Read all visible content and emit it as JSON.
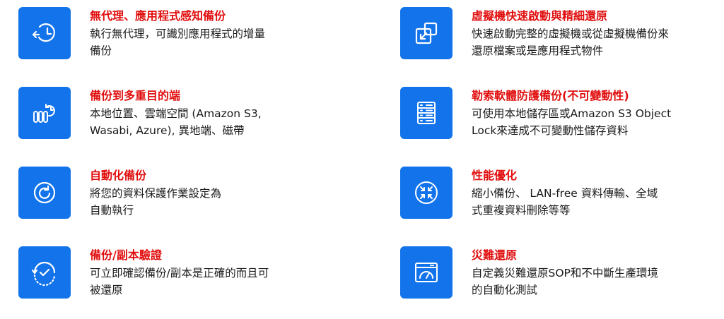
{
  "colors": {
    "icon_bg": "#1273ea",
    "title": "#e10e0e",
    "text": "#1a1a1a"
  },
  "features": [
    {
      "icon": "agentless-backup-clock-icon",
      "title": "無代理、應用程式感知備份",
      "lines": [
        "執行無代理，可識別應用程式的增量",
        "備份"
      ]
    },
    {
      "icon": "instant-vm-restore-icon",
      "title": "虛擬機快速啟動與精細還原",
      "lines": [
        "快速啟動完整的虛擬機或從虛擬機備份來",
        "還原檔案或是應用程式物件"
      ]
    },
    {
      "icon": "multi-destination-storage-icon",
      "title": "備份到多重目的端",
      "lines": [
        "本地位置、雲端空間 (Amazon S3,",
        "Wasabi, Azure), 異地端、磁帶"
      ]
    },
    {
      "icon": "immutable-storage-server-icon",
      "title": "勒索軟體防護備份(不可變動性)",
      "lines": [
        "可使用本地儲存區或Amazon S3 Object",
        "Lock來達成不可變動性儲存資料"
      ]
    },
    {
      "icon": "automated-backup-icon",
      "title": "自動化備份",
      "lines": [
        "將您的資料保護作業設定為",
        "自動執行"
      ]
    },
    {
      "icon": "performance-compress-icon",
      "title": "性能優化",
      "lines": [
        "縮小備份、 LAN-free 資料傳輸、全域",
        "式重複資料刪除等等"
      ]
    },
    {
      "icon": "backup-verification-check-icon",
      "title": "備份/副本驗證",
      "lines": [
        "可立即確認備份/副本是正確的而且可",
        "被還原"
      ]
    },
    {
      "icon": "disaster-recovery-gauge-icon",
      "title": "災難還原",
      "lines": [
        "自定義災難還原SOP和不中斷生產環境",
        "的自動化測試"
      ]
    }
  ]
}
